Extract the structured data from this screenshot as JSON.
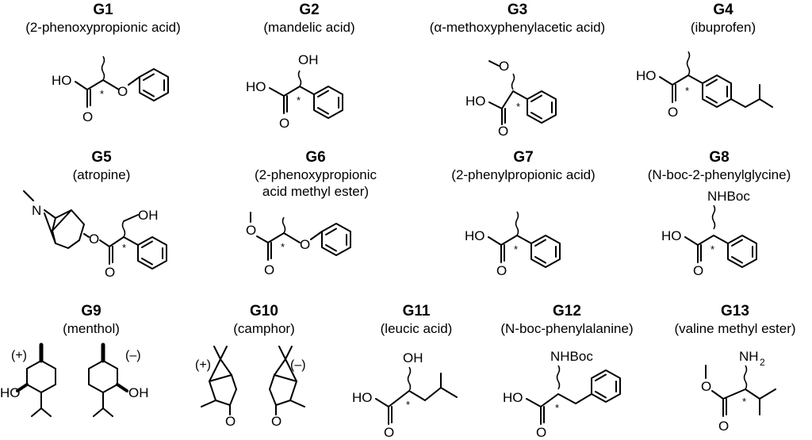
{
  "compounds": [
    {
      "code": "G1",
      "name": "(2-phenoxypropionic acid)"
    },
    {
      "code": "G2",
      "name": "(mandelic acid)"
    },
    {
      "code": "G3",
      "name": "(α-methoxyphenylacetic acid)"
    },
    {
      "code": "G4",
      "name": "(ibuprofen)"
    },
    {
      "code": "G5",
      "name": "(atropine)"
    },
    {
      "code": "G6",
      "name_line1": "(2-phenoxypropionic",
      "name_line2": "acid methyl ester)"
    },
    {
      "code": "G7",
      "name": "(2-phenylpropionic acid)"
    },
    {
      "code": "G8",
      "name": "(N-boc-2-phenylglycine)"
    },
    {
      "code": "G9",
      "name": "(menthol)"
    },
    {
      "code": "G10",
      "name": "(camphor)"
    },
    {
      "code": "G11",
      "name": "(leucic acid)"
    },
    {
      "code": "G12",
      "name": "(N-boc-phenylalanine)"
    },
    {
      "code": "G13",
      "name": "(valine methyl ester)"
    }
  ],
  "atom_labels": {
    "ho": "HO",
    "o": "O",
    "oh": "OH",
    "n": "N",
    "nhboc": "NHBoc",
    "nh2": "NH",
    "sub2": "2",
    "stereo": "*",
    "plus": "(+)",
    "minus": "(–)"
  }
}
